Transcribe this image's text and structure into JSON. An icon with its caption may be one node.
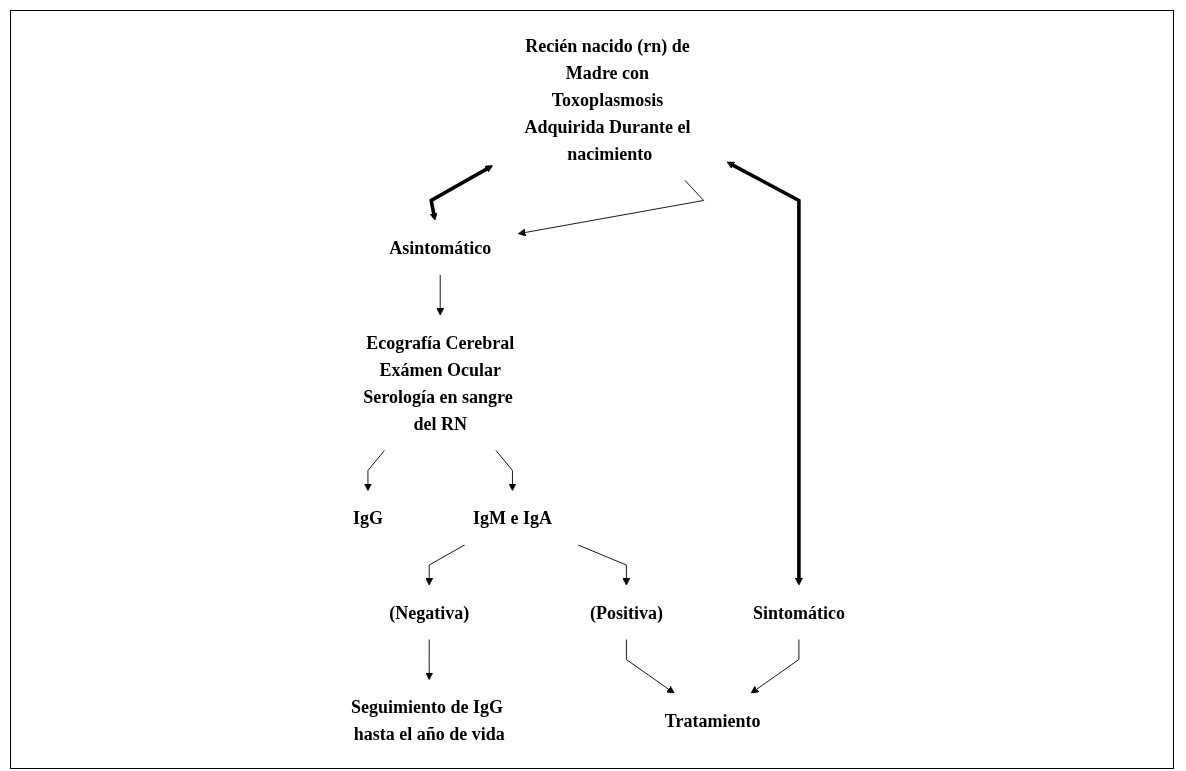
{
  "diagram": {
    "nodes": [
      {
        "text": [
          "Recién nacido (rn) de Madre con Toxoplasmosis Adquirida Durante el nacimiento"
        ]
      },
      {
        "text": [
          "Asintomático"
        ]
      },
      {
        "text": [
          "Sintomático"
        ]
      },
      {
        "text": [
          "Ecografía Cerebral",
          "Exámen Ocular",
          "Serología en sangre del RN"
        ]
      },
      {
        "text": [
          "Tratamiento"
        ]
      },
      {
        "text": [
          "IgG"
        ]
      },
      {
        "text": [
          "IgM e IgA"
        ]
      },
      {
        "text": [
          "(Negativa)"
        ]
      },
      {
        "text": [
          "(Positiva)"
        ]
      },
      {
        "text": [
          "Seguimiento de IgG hasta el año de vida"
        ]
      }
    ],
    "edges": [
      {
        "from": 0,
        "to": 1,
        "arrow": "to"
      },
      {
        "from": 1,
        "to": 0,
        "arrow": "both",
        "style": "thick"
      },
      {
        "from": 0,
        "to": 2,
        "arrow": "both",
        "style": "thick"
      },
      {
        "from": 1,
        "to": 3,
        "arrow": "to"
      },
      {
        "from": 2,
        "to": 4,
        "arrow": "to"
      },
      {
        "from": 3,
        "to": 5,
        "arrow": "to"
      },
      {
        "from": 3,
        "to": 6,
        "arrow": "to"
      },
      {
        "from": 6,
        "to": 7,
        "arrow": "to"
      },
      {
        "from": 6,
        "to": 8,
        "arrow": "to"
      },
      {
        "from": 8,
        "to": 4,
        "arrow": "to"
      },
      {
        "from": 7,
        "to": 9,
        "arrow": "to"
      }
    ]
  }
}
